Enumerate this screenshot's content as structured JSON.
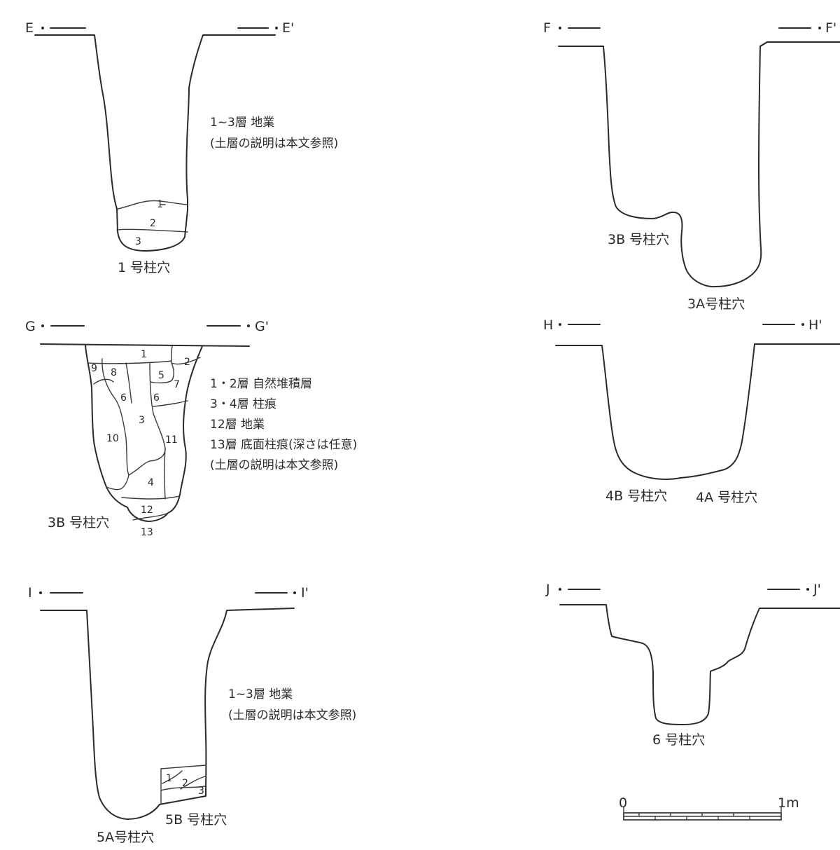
{
  "sections": {
    "E": {
      "start_label": "E",
      "end_label": "E'",
      "caption": "1 号柱穴",
      "layers": [
        "1",
        "2",
        "3"
      ],
      "notes": [
        "1~3層  地業",
        "(土層の説明は本文参照)"
      ]
    },
    "F": {
      "start_label": "F",
      "end_label": "F'",
      "captions": [
        "3B 号柱穴",
        "3A号柱穴"
      ]
    },
    "G": {
      "start_label": "G",
      "end_label": "G'",
      "caption": "3B 号柱穴",
      "layers": [
        "1",
        "2",
        "3",
        "4",
        "5",
        "6",
        "6",
        "7",
        "8",
        "9",
        "10",
        "11",
        "12",
        "13"
      ],
      "notes": [
        "1・2層  自然堆積層",
        "3・4層  柱痕",
        "12層   地業",
        "13層   底面柱痕(深さは任意)",
        "(土層の説明は本文参照)"
      ]
    },
    "H": {
      "start_label": "H",
      "end_label": "H'",
      "captions": [
        "4B 号柱穴",
        "4A 号柱穴"
      ]
    },
    "I": {
      "start_label": "I",
      "end_label": "I'",
      "captions": [
        "5A号柱穴",
        "5B 号柱穴"
      ],
      "layers": [
        "1",
        "2",
        "3"
      ],
      "notes": [
        "1~3層  地業",
        "(土層の説明は本文参照)"
      ]
    },
    "J": {
      "start_label": "J",
      "end_label": "J'",
      "caption": "6 号柱穴"
    }
  },
  "scale_bar": {
    "start": "0",
    "end": "1m"
  }
}
